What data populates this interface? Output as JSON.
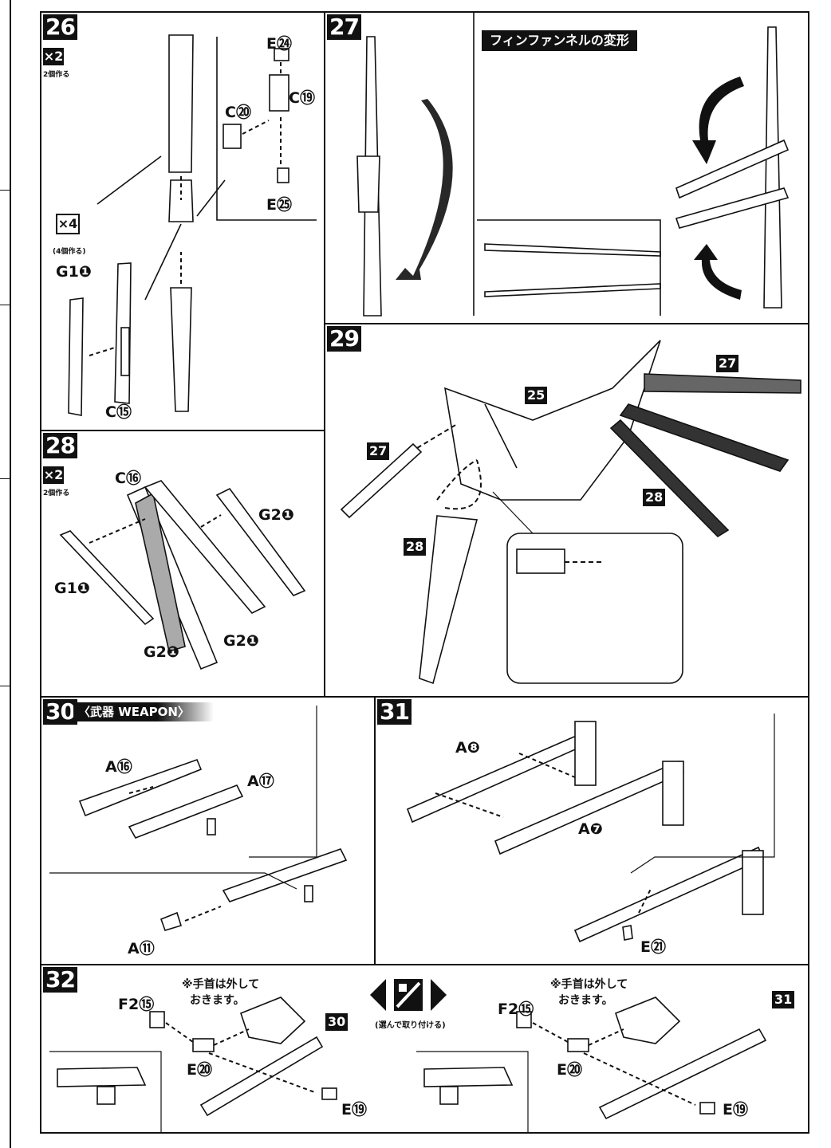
{
  "steps": {
    "s26": {
      "number": "26",
      "mult_main": "×2",
      "mult_main_note": "2個作る",
      "mult_sub": "×4",
      "mult_sub_note": "(4個作る)",
      "labels": [
        "E㉔",
        "C⑲",
        "C⑳",
        "E㉕",
        "G1❶",
        "C⑮"
      ]
    },
    "s27": {
      "number": "27",
      "title": "フィンファンネルの変形"
    },
    "s28": {
      "number": "28",
      "mult": "×2",
      "mult_note": "2個作る",
      "labels": [
        "C⑯",
        "G2❶",
        "G1❶",
        "G2❶",
        "G2❶"
      ]
    },
    "s29": {
      "number": "29",
      "refs": [
        "25",
        "27",
        "27",
        "28",
        "28"
      ]
    },
    "s30": {
      "number": "30",
      "title": "〈武器 WEAPON〉",
      "labels": [
        "A⑯",
        "A⑰",
        "A⑪"
      ]
    },
    "s31": {
      "number": "31",
      "labels": [
        "A❽",
        "A❼",
        "E㉑"
      ]
    },
    "s32": {
      "number": "32",
      "note_line1": "※手首は外して",
      "note_line2": "おきます。",
      "swap_note": "(選んで取り付ける)",
      "left_labels": [
        "F2⑮",
        "E⑳",
        "E⑲"
      ],
      "left_ref": "30",
      "right_labels": [
        "F2⑮",
        "E⑳",
        "E⑲"
      ],
      "right_ref": "31"
    }
  },
  "icons": {
    "swap": "choose-one-icon",
    "arrow": "rotate-arrow-icon"
  }
}
